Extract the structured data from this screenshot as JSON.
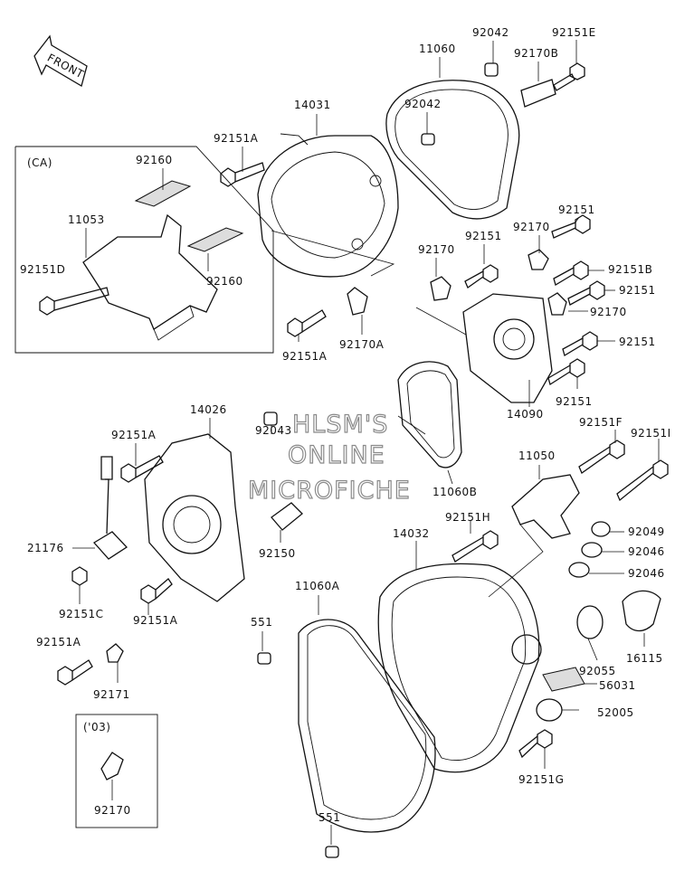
{
  "front_arrow": "FRONT",
  "watermark": [
    "HLSM'S",
    "ONLINE",
    "MICROFICHE"
  ],
  "box_ca": "(CA)",
  "box_03": "('03)",
  "labels": [
    {
      "id": "l-92042a",
      "text": "92042"
    },
    {
      "id": "l-92151e",
      "text": "92151E"
    },
    {
      "id": "l-11060",
      "text": "11060"
    },
    {
      "id": "l-92170b",
      "text": "92170B"
    },
    {
      "id": "l-14031",
      "text": "14031"
    },
    {
      "id": "l-92042b",
      "text": "92042"
    },
    {
      "id": "l-92151a-1",
      "text": "92151A"
    },
    {
      "id": "l-92160a",
      "text": "92160"
    },
    {
      "id": "l-11053",
      "text": "11053"
    },
    {
      "id": "l-92151d",
      "text": "92151D"
    },
    {
      "id": "l-92160b",
      "text": "92160"
    },
    {
      "id": "l-92170a",
      "text": "92170A"
    },
    {
      "id": "l-92151a-2",
      "text": "92151A"
    },
    {
      "id": "l-92170-1",
      "text": "92170"
    },
    {
      "id": "l-92151-1",
      "text": "92151"
    },
    {
      "id": "l-92170-2",
      "text": "92170"
    },
    {
      "id": "l-92151-2",
      "text": "92151"
    },
    {
      "id": "l-92151b",
      "text": "92151B"
    },
    {
      "id": "l-92151-3",
      "text": "92151"
    },
    {
      "id": "l-92170-3",
      "text": "92170"
    },
    {
      "id": "l-92151-4",
      "text": "92151"
    },
    {
      "id": "l-92151-5",
      "text": "92151"
    },
    {
      "id": "l-14090",
      "text": "14090"
    },
    {
      "id": "l-14026",
      "text": "14026"
    },
    {
      "id": "l-92151a-3",
      "text": "92151A"
    },
    {
      "id": "l-92043",
      "text": "92043"
    },
    {
      "id": "l-92151f",
      "text": "92151F"
    },
    {
      "id": "l-92151i",
      "text": "92151I"
    },
    {
      "id": "l-11050",
      "text": "11050"
    },
    {
      "id": "l-11060b",
      "text": "11060B"
    },
    {
      "id": "l-21176",
      "text": "21176"
    },
    {
      "id": "l-92150",
      "text": "92150"
    },
    {
      "id": "l-92151h",
      "text": "92151H"
    },
    {
      "id": "l-14032",
      "text": "14032"
    },
    {
      "id": "l-92049",
      "text": "92049"
    },
    {
      "id": "l-92046a",
      "text": "92046"
    },
    {
      "id": "l-92046b",
      "text": "92046"
    },
    {
      "id": "l-92151c",
      "text": "92151C"
    },
    {
      "id": "l-92151a-4",
      "text": "92151A"
    },
    {
      "id": "l-11060a",
      "text": "11060A"
    },
    {
      "id": "l-551a",
      "text": "551"
    },
    {
      "id": "l-16115",
      "text": "16115"
    },
    {
      "id": "l-92151a-5",
      "text": "92151A"
    },
    {
      "id": "l-92055",
      "text": "92055"
    },
    {
      "id": "l-92171",
      "text": "92171"
    },
    {
      "id": "l-56031",
      "text": "56031"
    },
    {
      "id": "l-52005",
      "text": "52005"
    },
    {
      "id": "l-92151g",
      "text": "92151G"
    },
    {
      "id": "l-92170-4",
      "text": "92170"
    },
    {
      "id": "l-551b",
      "text": "551"
    }
  ]
}
